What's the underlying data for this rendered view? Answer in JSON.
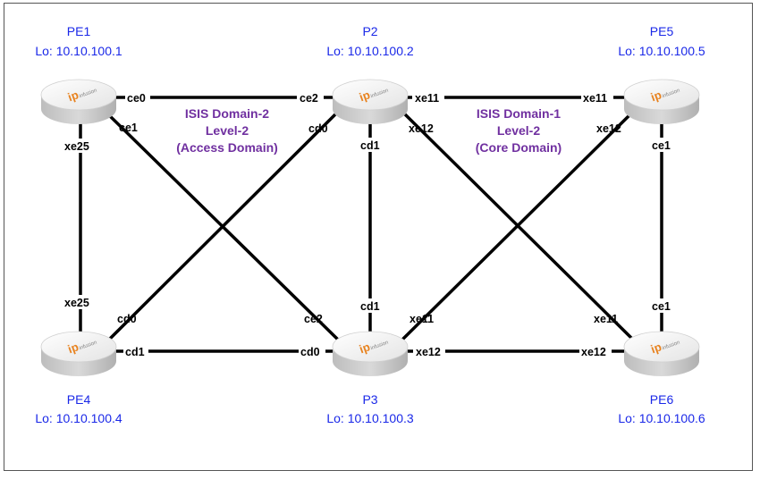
{
  "nodes": {
    "pe1": {
      "name": "PE1",
      "lo": "Lo: 10.10.100.1"
    },
    "p2": {
      "name": "P2",
      "lo": "Lo: 10.10.100.2"
    },
    "pe5": {
      "name": "PE5",
      "lo": "Lo: 10.10.100.5"
    },
    "pe4": {
      "name": "PE4",
      "lo": "Lo: 10.10.100.4"
    },
    "p3": {
      "name": "P3",
      "lo": "Lo: 10.10.100.3"
    },
    "pe6": {
      "name": "PE6",
      "lo": "Lo: 10.10.100.6"
    }
  },
  "router_logo": {
    "brand_mark": "ip",
    "brand_text": "infusion",
    "mark_color": "#e8821e"
  },
  "domains": {
    "access": {
      "line1": "ISIS Domain-2",
      "line2": "Level-2",
      "line3": "(Access Domain)"
    },
    "core": {
      "line1": "ISIS Domain-1",
      "line2": "Level-2",
      "line3": "(Core Domain)"
    }
  },
  "ports": {
    "pe1_ce0": "ce0",
    "pe1_ce1": "ce1",
    "pe1_xe25": "xe25",
    "p2_ce2": "ce2",
    "p2_cd0": "cd0",
    "p2_cd1": "cd1",
    "p2_xe11": "xe11",
    "p2_xe12": "xe12",
    "pe5_xe11": "xe11",
    "pe5_xe12": "xe12",
    "pe5_ce1": "ce1",
    "pe4_xe25": "xe25",
    "pe4_cd0": "cd0",
    "pe4_cd1": "cd1",
    "p3_ce2": "ce2",
    "p3_cd1": "cd1",
    "p3_cd0": "cd0",
    "p3_xe11": "xe11",
    "p3_xe12": "xe12",
    "pe6_ce1": "ce1",
    "pe6_xe11": "xe11",
    "pe6_xe12": "xe12"
  },
  "colors": {
    "node_label": "#1a28e8",
    "domain_label": "#7030a0",
    "link": "#000000"
  }
}
